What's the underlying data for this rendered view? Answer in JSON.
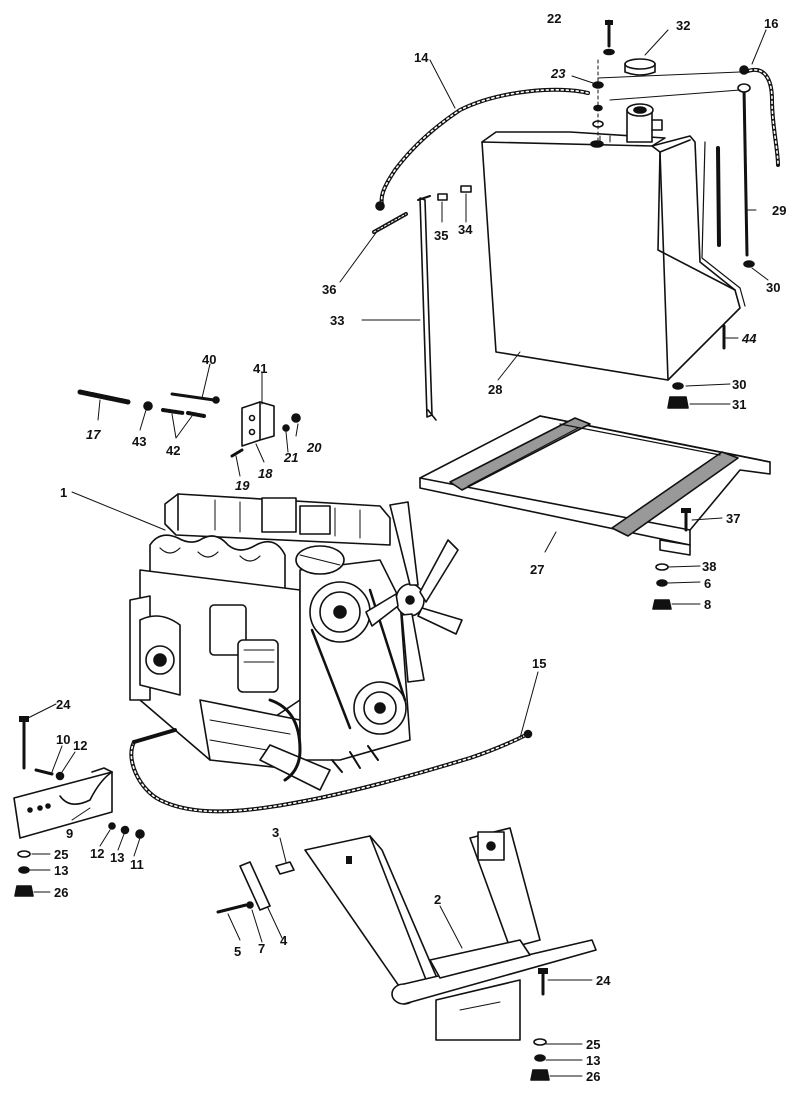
{
  "figure": {
    "ink_color": "#111111",
    "paper_color": "#ffffff",
    "parts": [
      {
        "key": "tank",
        "label": "28",
        "name": "fuel-tank"
      },
      {
        "key": "cap",
        "label": "32",
        "name": "filler-cap"
      },
      {
        "key": "engine",
        "label": "1",
        "name": "engine"
      },
      {
        "key": "fan",
        "label": "",
        "name": "cooling-fan"
      },
      {
        "key": "frame",
        "label": "27",
        "name": "tank-support-frame"
      },
      {
        "key": "bracket9",
        "label": "9",
        "name": "engine-mount-bracket"
      },
      {
        "key": "cradle",
        "label": "2",
        "name": "engine-cradle"
      },
      {
        "key": "hose14",
        "label": "14",
        "name": "fuel-hose"
      },
      {
        "key": "hose15",
        "label": "15",
        "name": "fuel-hose"
      },
      {
        "key": "hose16",
        "label": "16",
        "name": "fuel-hose"
      },
      {
        "key": "pipe33",
        "label": "33",
        "name": "fuel-pipe"
      },
      {
        "key": "gauge29",
        "label": "29",
        "name": "fuel-gauge-rod"
      },
      {
        "key": "spring17",
        "label": "17",
        "name": "spring"
      },
      {
        "key": "rod40",
        "label": "40",
        "name": "rod"
      },
      {
        "key": "plate18",
        "label": "18",
        "name": "bracket-plate"
      },
      {
        "key": "plate4",
        "label": "4",
        "name": "strap-plate"
      }
    ],
    "callouts": [
      {
        "id": "22",
        "text": "22"
      },
      {
        "id": "32",
        "text": "32"
      },
      {
        "id": "16",
        "text": "16"
      },
      {
        "id": "14",
        "text": "14"
      },
      {
        "id": "23",
        "text": "23",
        "italic": true
      },
      {
        "id": "29",
        "text": "29"
      },
      {
        "id": "35",
        "text": "35"
      },
      {
        "id": "34",
        "text": "34"
      },
      {
        "id": "36",
        "text": "36"
      },
      {
        "id": "30a",
        "text": "30"
      },
      {
        "id": "33",
        "text": "33"
      },
      {
        "id": "44",
        "text": "44",
        "italic": true
      },
      {
        "id": "28",
        "text": "28"
      },
      {
        "id": "30b",
        "text": "30"
      },
      {
        "id": "31",
        "text": "31"
      },
      {
        "id": "40",
        "text": "40"
      },
      {
        "id": "41",
        "text": "41"
      },
      {
        "id": "17",
        "text": "17",
        "italic": true
      },
      {
        "id": "43",
        "text": "43"
      },
      {
        "id": "42",
        "text": "42"
      },
      {
        "id": "21",
        "text": "21",
        "italic": true
      },
      {
        "id": "20",
        "text": "20",
        "italic": true
      },
      {
        "id": "18",
        "text": "18",
        "italic": true
      },
      {
        "id": "19",
        "text": "19",
        "italic": true
      },
      {
        "id": "1",
        "text": "1"
      },
      {
        "id": "37",
        "text": "37"
      },
      {
        "id": "27",
        "text": "27"
      },
      {
        "id": "38",
        "text": "38"
      },
      {
        "id": "6",
        "text": "6"
      },
      {
        "id": "8",
        "text": "8"
      },
      {
        "id": "15",
        "text": "15"
      },
      {
        "id": "24a",
        "text": "24"
      },
      {
        "id": "10",
        "text": "10"
      },
      {
        "id": "12a",
        "text": "12"
      },
      {
        "id": "9",
        "text": "9"
      },
      {
        "id": "12b",
        "text": "12"
      },
      {
        "id": "13a",
        "text": "13"
      },
      {
        "id": "11",
        "text": "11"
      },
      {
        "id": "25a",
        "text": "25"
      },
      {
        "id": "13b",
        "text": "13"
      },
      {
        "id": "26a",
        "text": "26"
      },
      {
        "id": "3",
        "text": "3"
      },
      {
        "id": "2",
        "text": "2"
      },
      {
        "id": "5",
        "text": "5"
      },
      {
        "id": "7",
        "text": "7"
      },
      {
        "id": "4",
        "text": "4"
      },
      {
        "id": "24b",
        "text": "24"
      },
      {
        "id": "25b",
        "text": "25"
      },
      {
        "id": "13c",
        "text": "13"
      },
      {
        "id": "26b",
        "text": "26"
      }
    ]
  }
}
